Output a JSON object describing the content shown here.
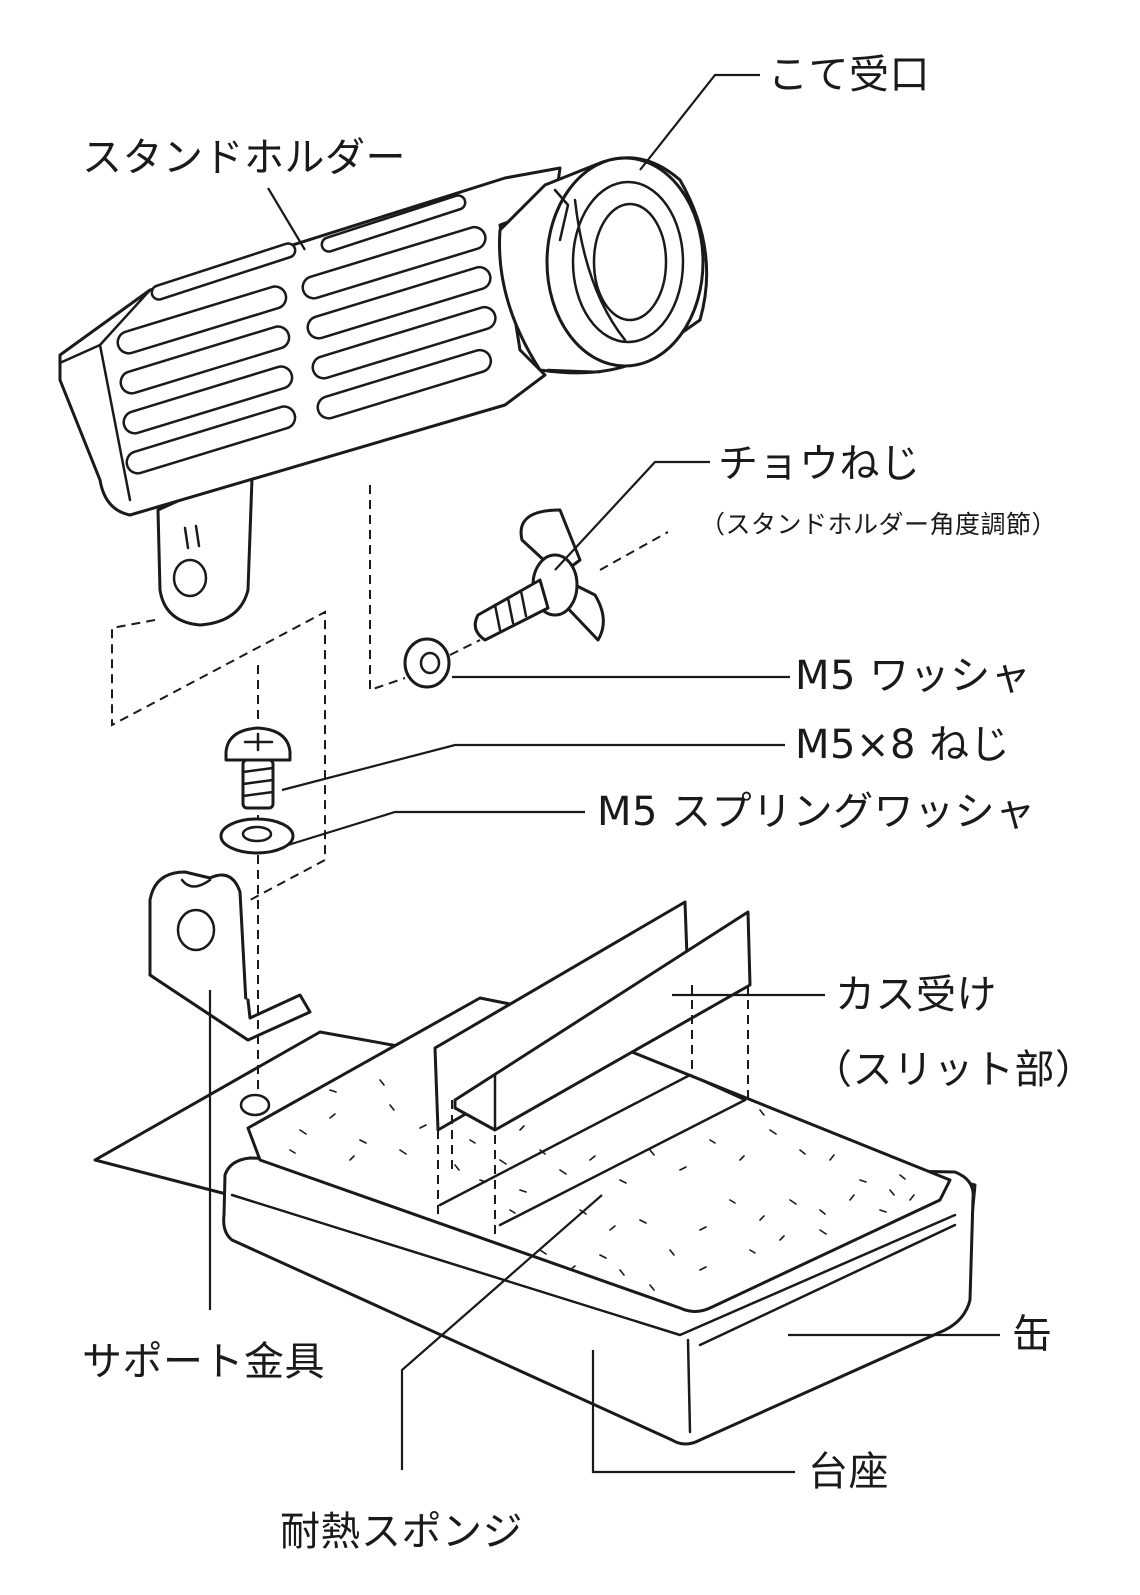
{
  "labels": {
    "iron_receptacle": "こて受口",
    "stand_holder": "スタンドホルダー",
    "wing_screw": "チョウねじ",
    "wing_screw_note": "（スタンドホルダー角度調節）",
    "m5_washer": "M5 ワッシャ",
    "m5x8_screw": "M5×8 ねじ",
    "m5_spring_washer": "M5 スプリングワッシャ",
    "dross_catcher": "カス受け",
    "dross_catcher_note": "（スリット部）",
    "can": "缶",
    "support_bracket": "サポート金具",
    "base": "台座",
    "heat_resistant_sponge": "耐熱スポンジ"
  },
  "colors": {
    "line": "#1a1a1a",
    "background": "#ffffff"
  }
}
